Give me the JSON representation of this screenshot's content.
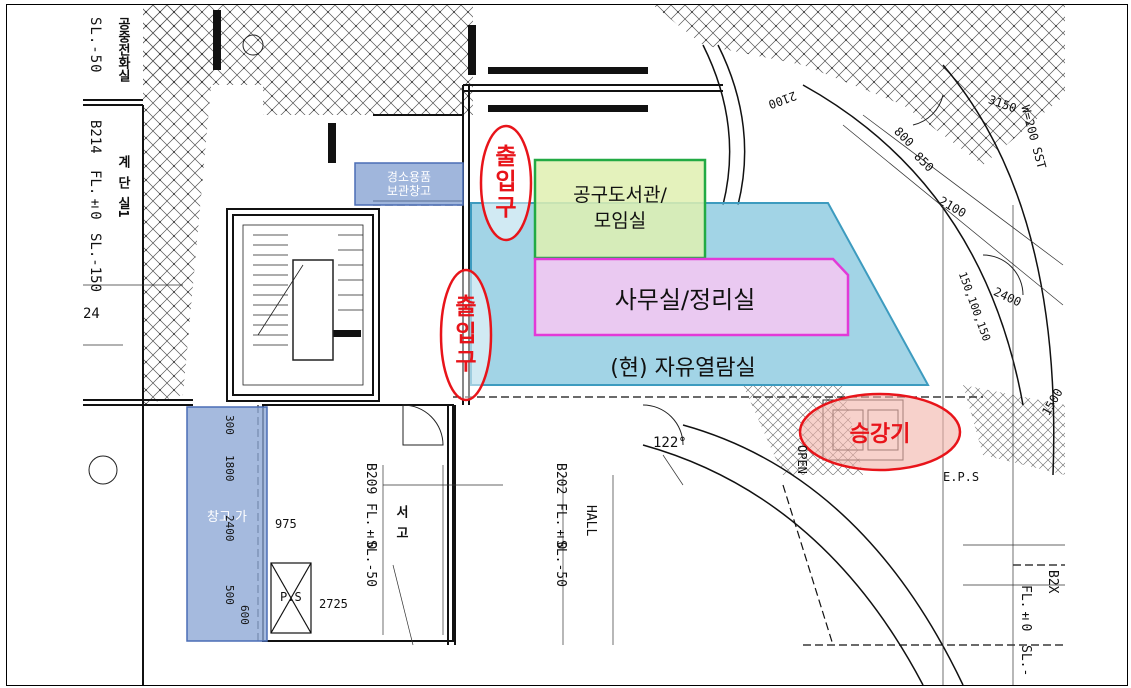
{
  "rooms": {
    "toolLibrary": "공구도서관/\n모임실",
    "office": "사무실/정리실",
    "readingRoom": "(현) 자유열람실",
    "storageSmall": "경소용품\n보관창고",
    "storageLarge": "창고 가"
  },
  "entrances": {
    "top": "출\n입\n구",
    "middle": "출\n입\n구"
  },
  "elevator": "승강기",
  "plan_labels": {
    "b214_code": "B214",
    "b214_fl": "FL.±0",
    "b214_sl": "SL.-150",
    "b214_name": "계 단 실1",
    "top_left_sl": "SL.-50",
    "top_left_name": "공중전화실",
    "b209_code": "B209",
    "b209_fl": "FL.±0",
    "b209_sl": "SL.-50",
    "b209_name": "서 고",
    "b202_code": "B202",
    "b202_fl": "FL.±0",
    "b202_sl": "SL.-50",
    "b202_name": "HALL",
    "b2x_code": "B2X",
    "b2x_fl": "FL.±0",
    "b2x_sl": "SL.-",
    "dim_2100a": "2100",
    "dim_2100b": "2100",
    "dim_2400": "2400",
    "dim_3150": "3150",
    "dim_800": "800",
    "dim_850": "850",
    "dim_1500": "1500",
    "dim_975": "975",
    "dim_2725": "2725",
    "dim_122": "122°",
    "dim_1800": "1800",
    "dim_2400v": "2400",
    "dim_300": "300",
    "dim_500": "500",
    "dim_600": "600",
    "dim_150": "150,100,150",
    "w200": "W=200 SST",
    "open": "OPEN",
    "eps": "E.P.S",
    "ps": "P.S",
    "dim_24": "24"
  },
  "colors": {
    "green": "#22aa44",
    "magenta": "#e23ad8",
    "blue_fill": "#7ec3dc",
    "storage_fill": "#8fa9d6",
    "red": "#e8141a"
  }
}
